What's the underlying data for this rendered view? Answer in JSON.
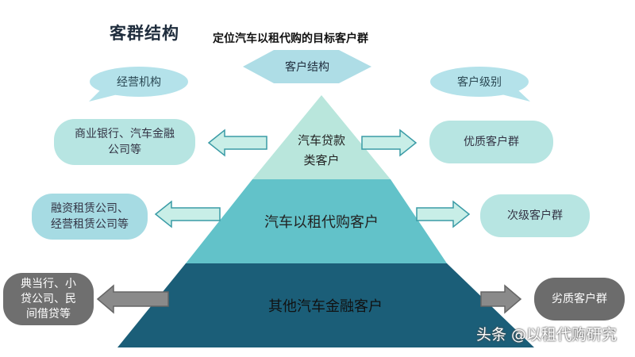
{
  "heading": "客群结构",
  "subtitle": "定位汽车以租代购的目标客户群",
  "top_arrow_label": "客户结构",
  "left_bubble": "经营机构",
  "right_bubble": "客户级别",
  "pyramid": {
    "tier1_lines": [
      "汽车贷款",
      "类客户"
    ],
    "tier2": "汽车以租代购客户",
    "tier3": "其他汽车金融客户"
  },
  "left_boxes": {
    "box1_lines": [
      "商业银行、汽车金融",
      "公司等"
    ],
    "box2_lines": [
      "融资租赁公司、",
      "经营租赁公司等"
    ],
    "box3_lines": [
      "典当行、小",
      "贷公司、民",
      "间借贷等"
    ]
  },
  "right_boxes": {
    "box1": "优质客户群",
    "box2": "次级客户群",
    "box3": "劣质客户群"
  },
  "watermark": "头条 @以租代购研究",
  "watermark_ghost": "以租代购研究",
  "colors": {
    "tier1": "#b9e6dc",
    "tier2": "#62c2c9",
    "tier3": "#1b5e78",
    "arrow": "#c8eee7",
    "bubble": "#b4e2ea",
    "header_arrow": "#aedde6"
  }
}
